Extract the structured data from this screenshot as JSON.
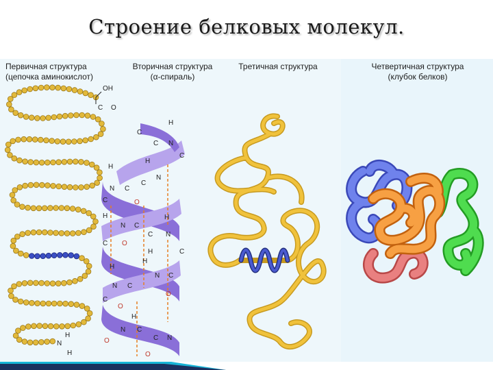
{
  "title": "Строение белковых молекул.",
  "panels": [
    {
      "heading": "Первичная структура",
      "subheading": "(цепочка аминокислот)"
    },
    {
      "heading": "Вторичная структура",
      "subheading": "(α-спираль)"
    },
    {
      "heading": "Третичная структура",
      "subheading": ""
    },
    {
      "heading": "Четвертичная структура",
      "subheading": "(клубок белков)"
    }
  ],
  "chem_labels": {
    "oh": "OH",
    "c": "C",
    "o": "O",
    "n": "N",
    "h": "H"
  },
  "colors": {
    "bead": "#e2b93b",
    "bead_blue": "#3b4fc4",
    "helix": "#8a6fd8",
    "tertiary": "#f0c23c",
    "tertiary_helix": "#3340a8",
    "q_orange": "#f08a24",
    "q_blue": "#5b6fe0",
    "q_green": "#3cc83c",
    "q_red": "#e26b6b",
    "footer_cyan": "#17b3d6",
    "footer_navy": "#1b2f5e"
  }
}
